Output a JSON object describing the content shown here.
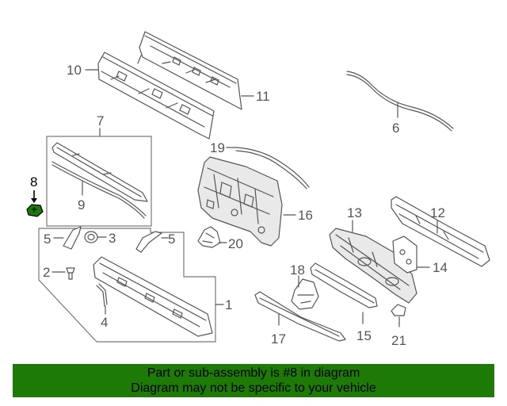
{
  "labels": {
    "p1": "1",
    "p2": "2",
    "p3": "3",
    "p4": "4",
    "p5a": "5",
    "p5b": "5",
    "p6": "6",
    "p7": "7",
    "p8": "8",
    "p9": "9",
    "p10": "10",
    "p11": "11",
    "p12": "12",
    "p13": "13",
    "p14": "14",
    "p15": "15",
    "p16": "16",
    "p17": "17",
    "p18": "18",
    "p19": "19",
    "p20": "20",
    "p21": "21"
  },
  "highlight": {
    "part": "8",
    "color": "#1e7a07"
  },
  "footer": {
    "line1": "Part or sub-assembly is #8 in diagram",
    "line2": "Diagram may not be specific to your vehicle",
    "background": "#1e7a07"
  }
}
